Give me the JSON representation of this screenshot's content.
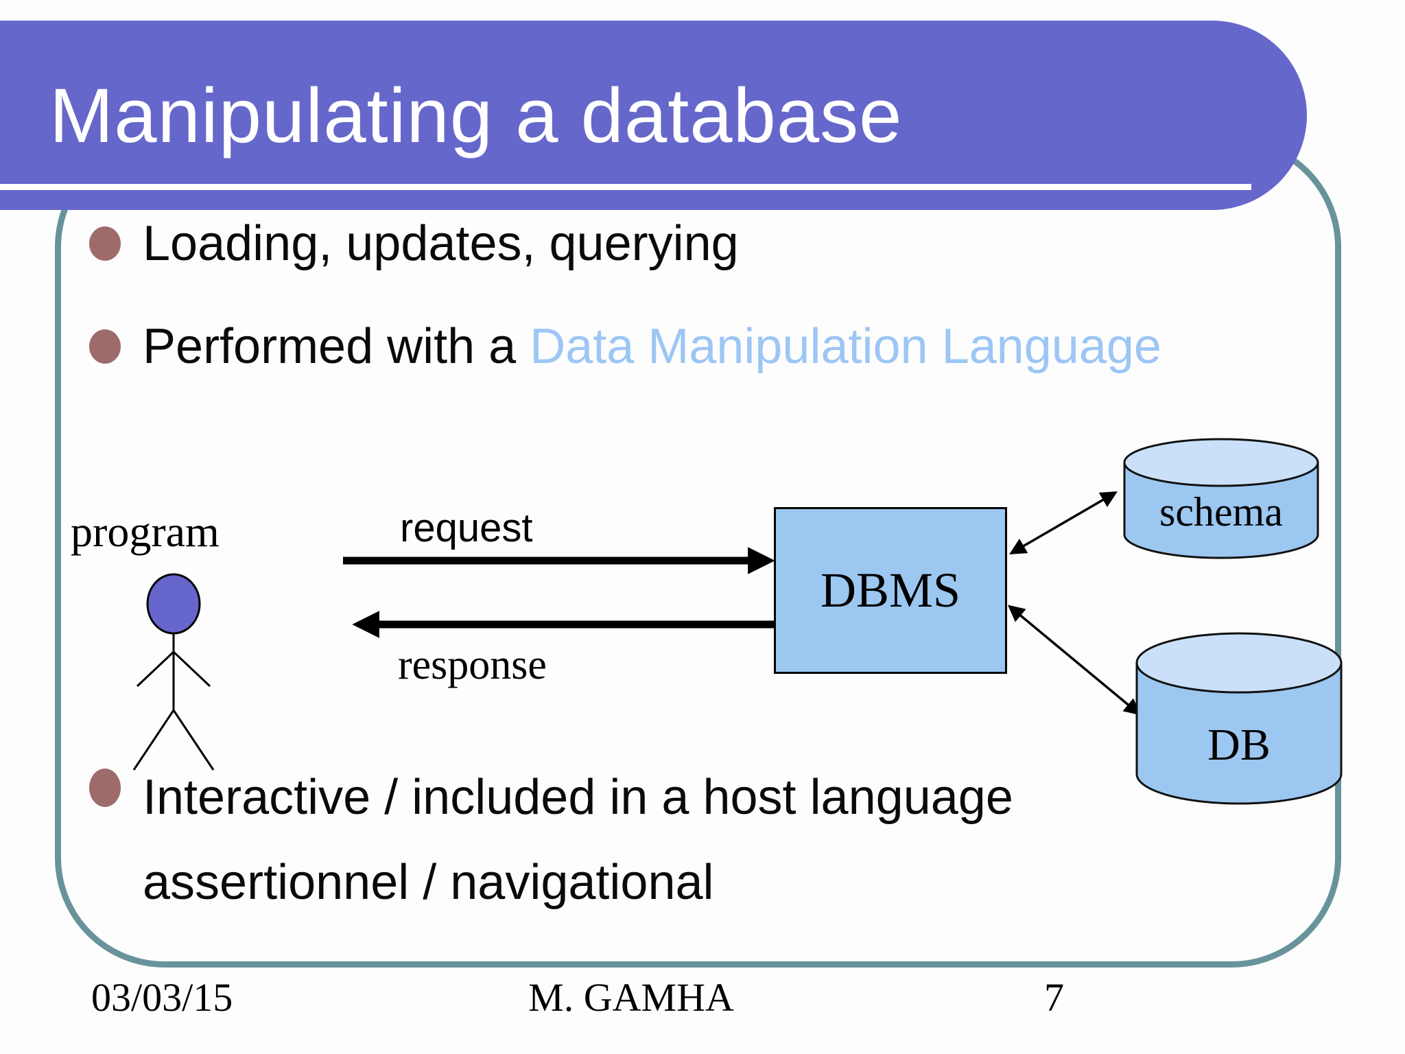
{
  "slide": {
    "title": "Manipulating a database",
    "bullets": {
      "b1": "Loading, updates, querying",
      "b2_black": "Performed with a ",
      "b2_blue": "Data Manipulation Language",
      "b3_line1": "Interactive / included in a host language",
      "b3_line2": "assertionnel / navigational"
    },
    "diagram": {
      "program_label": "program",
      "request_label": "request",
      "response_label": "response",
      "dbms_label": "DBMS",
      "schema_label": "schema",
      "db_label": "DB",
      "person_icon": "stick-figure-person",
      "schema_icon": "database-cylinder",
      "db_icon": "database-cylinder"
    },
    "footer": {
      "date": "03/03/15",
      "author": "M. GAMHA",
      "page_number": "7"
    },
    "colors": {
      "banner_purple": "#6667CB",
      "accent_blue_text": "#9CC6F5",
      "bullet_dot_rose": "#9E6B6B",
      "shape_fill_blue": "#9CC7F0",
      "shape_fill_light_blue": "#C9E0F8",
      "frame_teal": "#68939B",
      "person_head_purple": "#6666CC"
    }
  }
}
